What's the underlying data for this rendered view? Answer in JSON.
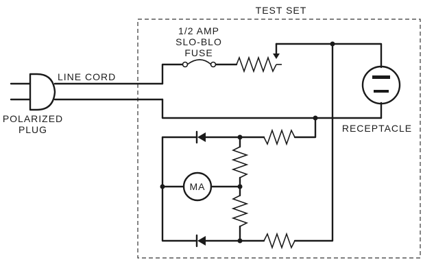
{
  "labels": {
    "test_set": "TEST SET",
    "fuse_line1": "1/2 AMP",
    "fuse_line2": "SLO-BLO",
    "fuse_line3": "FUSE",
    "line_cord": "LINE  CORD",
    "polarized_line1": "POLARIZED",
    "polarized_line2": "PLUG",
    "receptacle": "RECEPTACLE",
    "meter": "MA"
  }
}
